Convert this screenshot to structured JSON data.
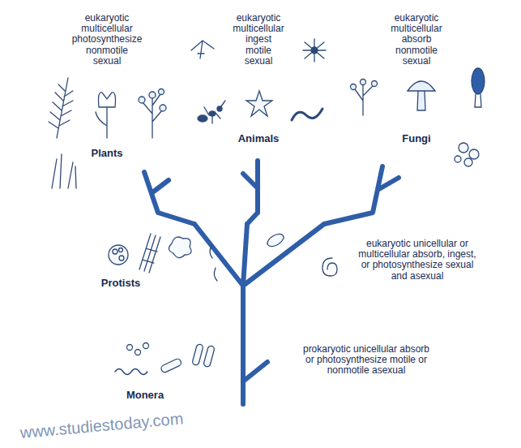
{
  "diagram": {
    "nodes": [
      {
        "text": [
          "eukaryotic multicellular photosynthesize nonmotile sexual",
          "Plants"
        ]
      },
      {
        "text": [
          "eukaryotic multicellular ingest motile sexual",
          "Animals"
        ]
      },
      {
        "text": [
          "eukaryotic multicellular absorb nonmotile sexual",
          "Fungi"
        ]
      },
      {
        "text": [
          "eukaryotic unicellular or multicellular absorb, ingest, or photosynthesize sexual and asexual",
          "Protists"
        ]
      },
      {
        "text": [
          "prokaryotic unicellular absorb or photosynthesize motile or nonmotile asexual",
          "Monera"
        ]
      }
    ],
    "edges": [
      {
        "from": 4,
        "to": 3,
        "arrow": "none"
      },
      {
        "from": 3,
        "to": 0,
        "arrow": "none"
      },
      {
        "from": 3,
        "to": 1,
        "arrow": "none"
      },
      {
        "from": 3,
        "to": 2,
        "arrow": "none"
      }
    ],
    "labels": [
      "www.studiestoday.com"
    ]
  }
}
